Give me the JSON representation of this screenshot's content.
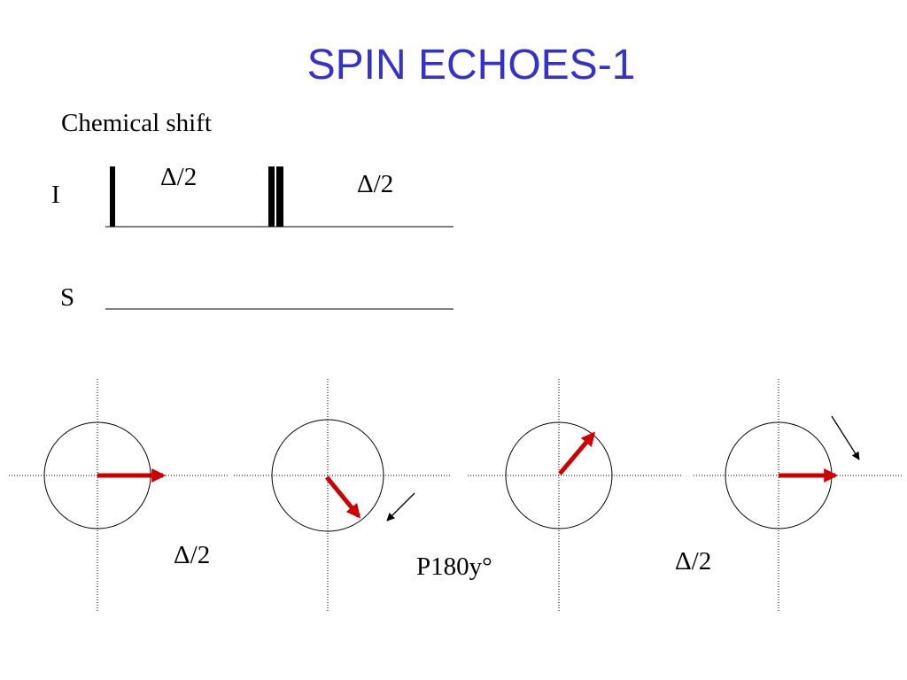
{
  "slide": {
    "title": "SPIN ECHOES-1",
    "subtitle": "Chemical shift",
    "title_color": "#3333cc"
  },
  "pulse_sequence": {
    "channel_i_label": "I",
    "channel_s_label": "S",
    "delay_label_1": "Δ/2",
    "delay_label_2": "Δ/2"
  },
  "vector_diagrams": {
    "arrow_color": "#cc0000",
    "step_label_1": "Δ/2",
    "step_label_2": "P180y°",
    "step_label_3": "Δ/2"
  }
}
